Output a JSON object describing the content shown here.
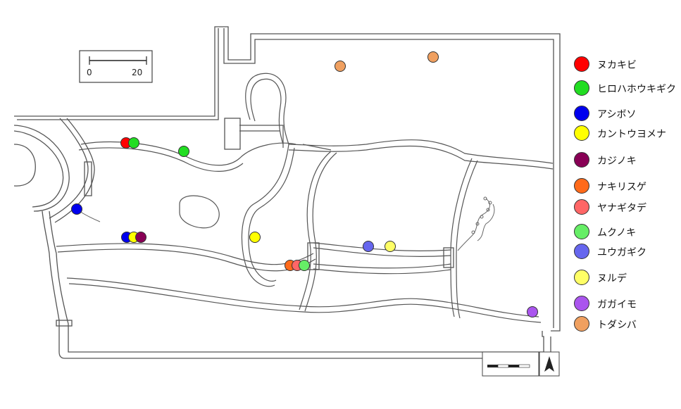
{
  "scale_bar": {
    "start_label": "0",
    "end_label": "20"
  },
  "species": [
    {
      "key": "nukakibi",
      "name": "ヌカキビ",
      "color": "#ff0000"
    },
    {
      "key": "hirohahoukigiku",
      "name": "ヒロハホウキギク",
      "color": "#22dd22"
    },
    {
      "key": "ashiboso",
      "name": "アシボソ",
      "color": "#0000ee"
    },
    {
      "key": "kantouyomena",
      "name": "カントウヨメナ",
      "color": "#ffff00"
    },
    {
      "key": "kajinoki",
      "name": "カジノキ",
      "color": "#880055"
    },
    {
      "key": "nakirisuge",
      "name": "ナキリスゲ",
      "color": "#ff6a1a"
    },
    {
      "key": "yanagitade",
      "name": "ヤナギタデ",
      "color": "#ff6666"
    },
    {
      "key": "mukunoki",
      "name": "ムクノキ",
      "color": "#66ee66"
    },
    {
      "key": "yuugagiku",
      "name": "ユウガギク",
      "color": "#6666ee"
    },
    {
      "key": "nurude",
      "name": "ヌルデ",
      "color": "#ffff66"
    },
    {
      "key": "gagaimo",
      "name": "ガガイモ",
      "color": "#aa55ee"
    },
    {
      "key": "todashiba",
      "name": "トダシバ",
      "color": "#f0a060"
    }
  ]
}
